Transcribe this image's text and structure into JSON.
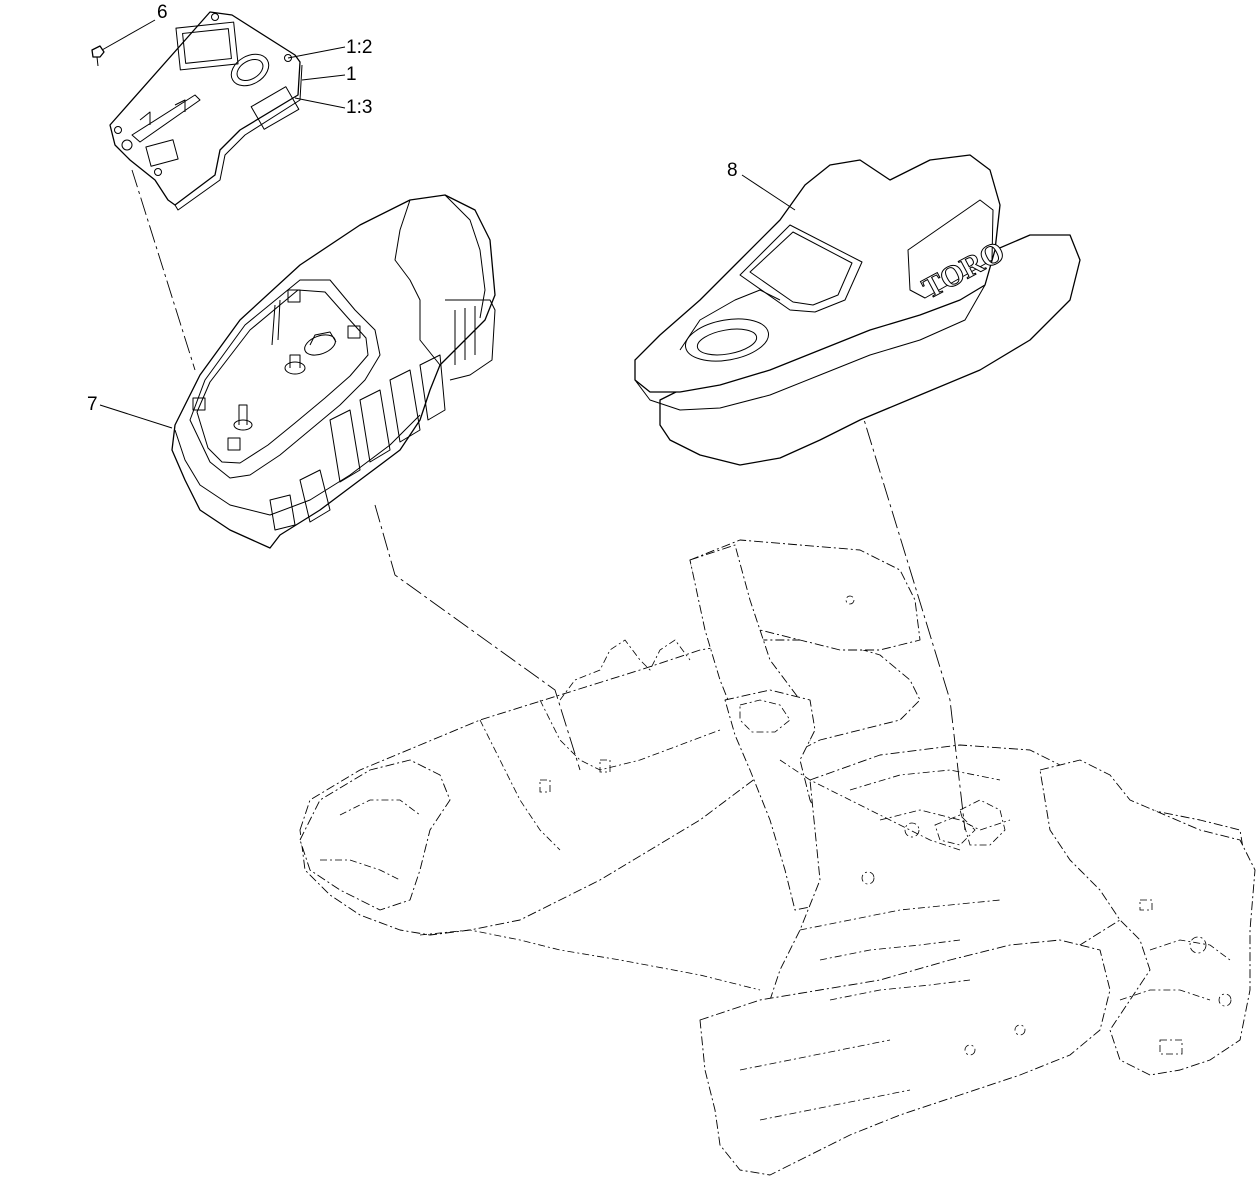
{
  "diagram": {
    "callouts": {
      "c6": "6",
      "c1_2": "1:2",
      "c1": "1",
      "c1_3": "1:3",
      "c8": "8",
      "c7": "7"
    },
    "logo_text": "TORO",
    "colors": {
      "line": "#000000",
      "background": "#ffffff"
    }
  }
}
